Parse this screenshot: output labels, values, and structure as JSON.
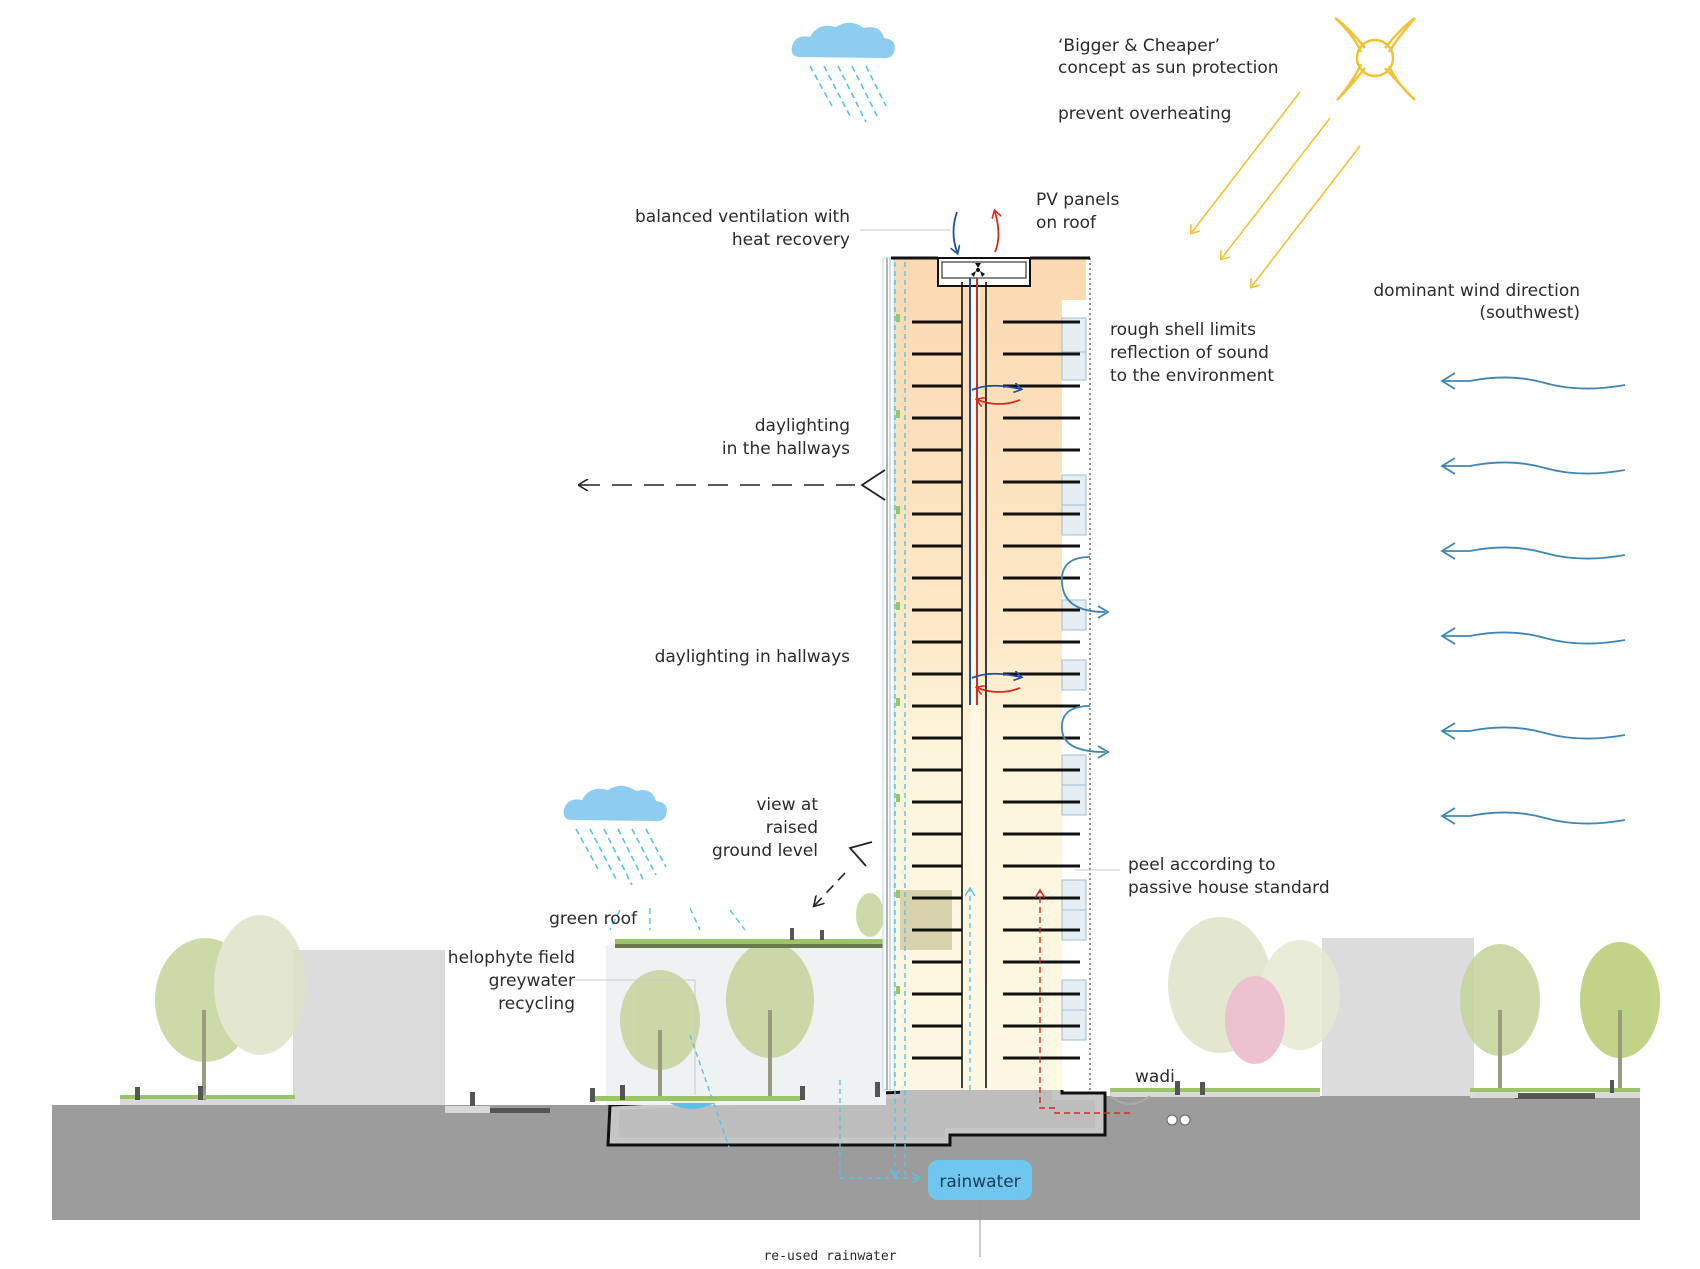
{
  "labels": {
    "sun_concept_line1": "‘Bigger & Cheaper’",
    "sun_concept_line2": "concept as sun protection",
    "prevent_overheating": "prevent overheating",
    "pv_line1": "PV panels",
    "pv_line2": "on roof",
    "ventilation_line1": "balanced ventilation with",
    "ventilation_line2": "heat recovery",
    "wind_line1": "dominant wind direction",
    "wind_line2": "(southwest)",
    "shell_line1": "rough shell limits",
    "shell_line2": "reflection of sound",
    "shell_line3": "to the environment",
    "daylight_top_line1": "daylighting",
    "daylight_top_line2": "in the hallways",
    "daylight_mid": "daylighting in hallways",
    "view_line1": "view at",
    "view_line2": "raised",
    "view_line3": "ground level",
    "peel_line1": "peel according to",
    "peel_line2": "passive house standard",
    "green_roof": "green roof",
    "helophyte_line1": "helophyte field",
    "helophyte_line2": "greywater",
    "helophyte_line3": "recycling",
    "wadi": "wadi",
    "rainwater": "rainwater",
    "reused_rainwater": "re-used rainwater"
  },
  "icons": [
    "rain-cloud-icon",
    "sun-icon",
    "wind-arrow-icon",
    "eye-icon",
    "fan-icon"
  ],
  "colors": {
    "ground": "#9c9c9c",
    "rain": "#5cc0e8",
    "cloud": "#8ecdf0",
    "sun": "#f2c233",
    "wind": "#3f86b5",
    "warm_floor": "#fbe2c3",
    "cool_floor": "#fdf6dc",
    "supply_air": "#1f4fa0",
    "exhaust_air": "#d62b20",
    "tree": "#c4d49a"
  }
}
